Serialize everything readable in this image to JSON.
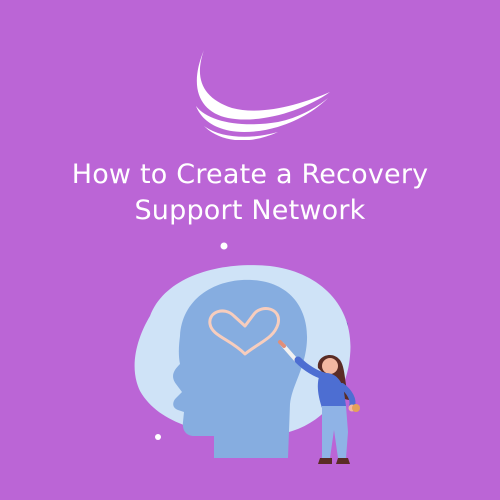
{
  "colors": {
    "background": "#bb65d6",
    "title_text": "#ffffff",
    "blob": "#cfe3f7",
    "head": "#86ade0",
    "heart": "#f7cdbd",
    "figure_top": "#4d6ed2",
    "figure_pants": "#8fb3e6",
    "hair": "#5a2c25"
  },
  "title": {
    "line1": "How to Create a Recovery",
    "line2": "Support Network"
  },
  "icons": {
    "logo": "swoosh-logo",
    "illustration": "head-with-heart-illustration"
  }
}
